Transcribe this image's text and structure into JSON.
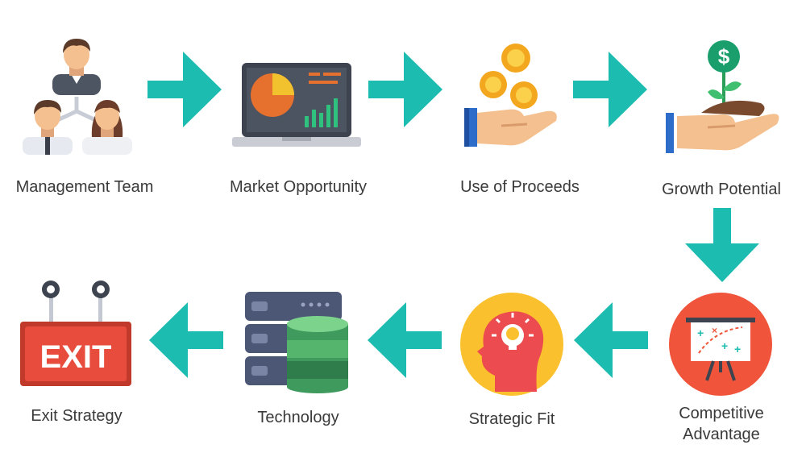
{
  "diagram": {
    "accent_color": "#1cbcb1",
    "flow": "left-to-right top row, down, right-to-left bottom row",
    "nodes": [
      {
        "id": "management-team",
        "label": "Management Team",
        "icon": "team-hierarchy-icon"
      },
      {
        "id": "market-opportunity",
        "label": "Market Opportunity",
        "icon": "laptop-chart-icon"
      },
      {
        "id": "use-of-proceeds",
        "label": "Use of Proceeds",
        "icon": "hand-coins-icon"
      },
      {
        "id": "growth-potential",
        "label": "Growth Potential",
        "icon": "hand-plant-dollar-icon"
      },
      {
        "id": "competitive-advantage",
        "label": "Competitive\nAdvantage",
        "icon": "strategy-board-icon"
      },
      {
        "id": "strategic-fit",
        "label": "Strategic Fit",
        "icon": "head-lightbulb-icon"
      },
      {
        "id": "technology",
        "label": "Technology",
        "icon": "server-database-icon"
      },
      {
        "id": "exit-strategy",
        "label": "Exit Strategy",
        "icon": "exit-sign-icon"
      }
    ],
    "exit_sign_text": "EXIT"
  }
}
